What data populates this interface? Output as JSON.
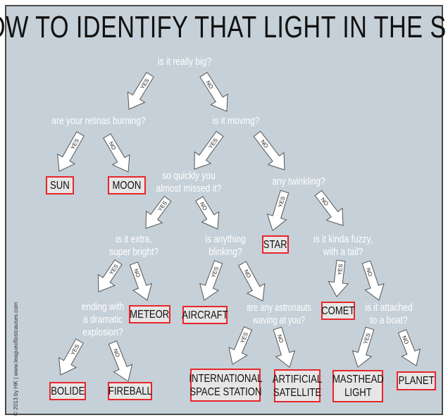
{
  "title": "HOW TO IDENTIFY THAT LIGHT IN THE SKY",
  "credit": "© 2013 by HK  |  www.leagueoflostcauses.com",
  "colors": {
    "background": "#c5d0d8",
    "box_border": "#e8262b",
    "box_fill": "#e6e6e6",
    "question_text": "#ffffff"
  },
  "questions": {
    "big": [
      "is it really big?"
    ],
    "retinas": [
      "are your retinas burning?"
    ],
    "moving": [
      "is it moving?"
    ],
    "quickly": [
      "so quickly you",
      "almost missed it?"
    ],
    "twinkling": [
      "any twinkling?"
    ],
    "extra": [
      "is it extra,",
      "super bright?"
    ],
    "blinking": [
      "is anything",
      "blinking?"
    ],
    "fuzzy": [
      "is it kinda fuzzy,",
      "with a tail?"
    ],
    "explosion": [
      "ending with",
      "a dramatic",
      "explosion?"
    ],
    "astronauts": [
      "are any astronauts",
      "waving at you?"
    ],
    "boat": [
      "is it attached",
      "to a boat?"
    ]
  },
  "answers": {
    "sun": [
      "SUN"
    ],
    "moon": [
      "MOON"
    ],
    "star": [
      "STAR"
    ],
    "meteor": [
      "METEOR"
    ],
    "aircraft": [
      "AIRCRAFT"
    ],
    "comet": [
      "COMET"
    ],
    "bolide": [
      "BOLIDE"
    ],
    "fireball": [
      "FIREBALL"
    ],
    "iss": [
      "INTERNATIONAL",
      "SPACE STATION"
    ],
    "satellite": [
      "ARTIFICIAL",
      "SATELLITE"
    ],
    "masthead": [
      "MASTHEAD",
      "LIGHT"
    ],
    "planet": [
      "PLANET"
    ]
  },
  "arrow_labels": {
    "yes": "YES",
    "no": "NO"
  }
}
